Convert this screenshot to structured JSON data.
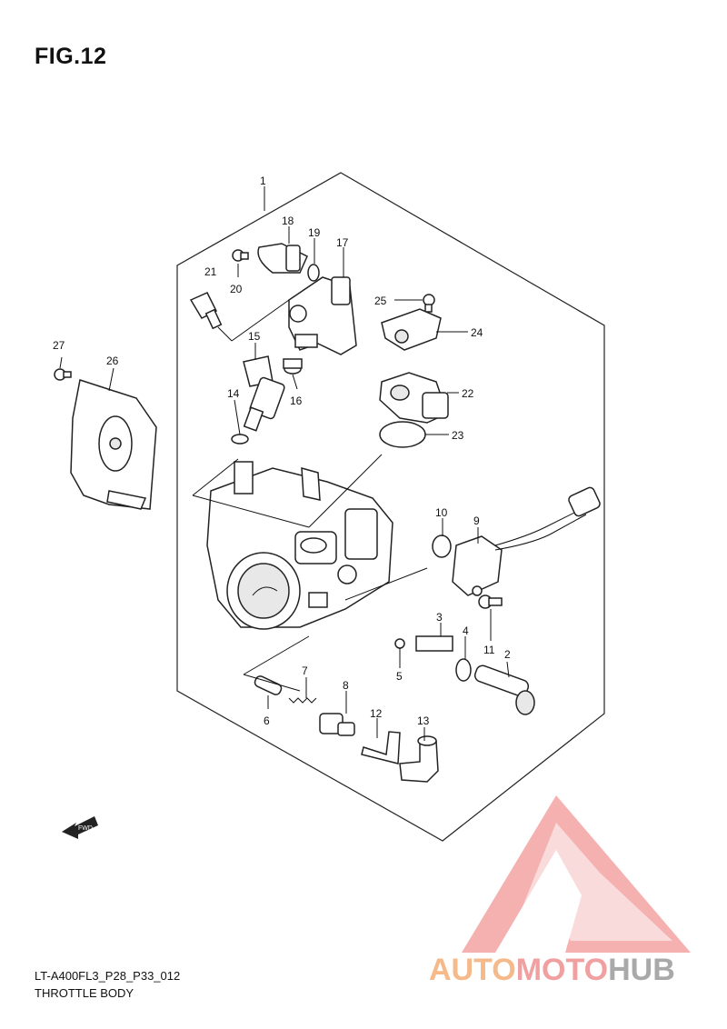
{
  "figure": {
    "title": "FIG.12"
  },
  "footer": {
    "code": "LT-A400FL3_P28_P33_012",
    "name": "THROTTLE BODY"
  },
  "direction_arrow": {
    "text": "FWD",
    "icon": "fwd-arrow-icon"
  },
  "watermark": {
    "part1": "AUTO",
    "part2": "MOTO",
    "part3": "HUB",
    "colors": [
      "#f5b98a",
      "#f0a0a0",
      "#a9a9a9"
    ]
  },
  "callouts": [
    {
      "id": "c1",
      "label": "1"
    },
    {
      "id": "c2",
      "label": "2"
    },
    {
      "id": "c3",
      "label": "3"
    },
    {
      "id": "c4",
      "label": "4"
    },
    {
      "id": "c5",
      "label": "5"
    },
    {
      "id": "c6",
      "label": "6"
    },
    {
      "id": "c7",
      "label": "7"
    },
    {
      "id": "c8",
      "label": "8"
    },
    {
      "id": "c9",
      "label": "9"
    },
    {
      "id": "c10",
      "label": "10"
    },
    {
      "id": "c11",
      "label": "11"
    },
    {
      "id": "c12",
      "label": "12"
    },
    {
      "id": "c13",
      "label": "13"
    },
    {
      "id": "c14",
      "label": "14"
    },
    {
      "id": "c15",
      "label": "15"
    },
    {
      "id": "c16",
      "label": "16"
    },
    {
      "id": "c17",
      "label": "17"
    },
    {
      "id": "c18",
      "label": "18"
    },
    {
      "id": "c19",
      "label": "19"
    },
    {
      "id": "c20",
      "label": "20"
    },
    {
      "id": "c21",
      "label": "21"
    },
    {
      "id": "c22",
      "label": "22"
    },
    {
      "id": "c23",
      "label": "23"
    },
    {
      "id": "c24",
      "label": "24"
    },
    {
      "id": "c25",
      "label": "25"
    },
    {
      "id": "c26",
      "label": "26"
    },
    {
      "id": "c27",
      "label": "27"
    }
  ]
}
